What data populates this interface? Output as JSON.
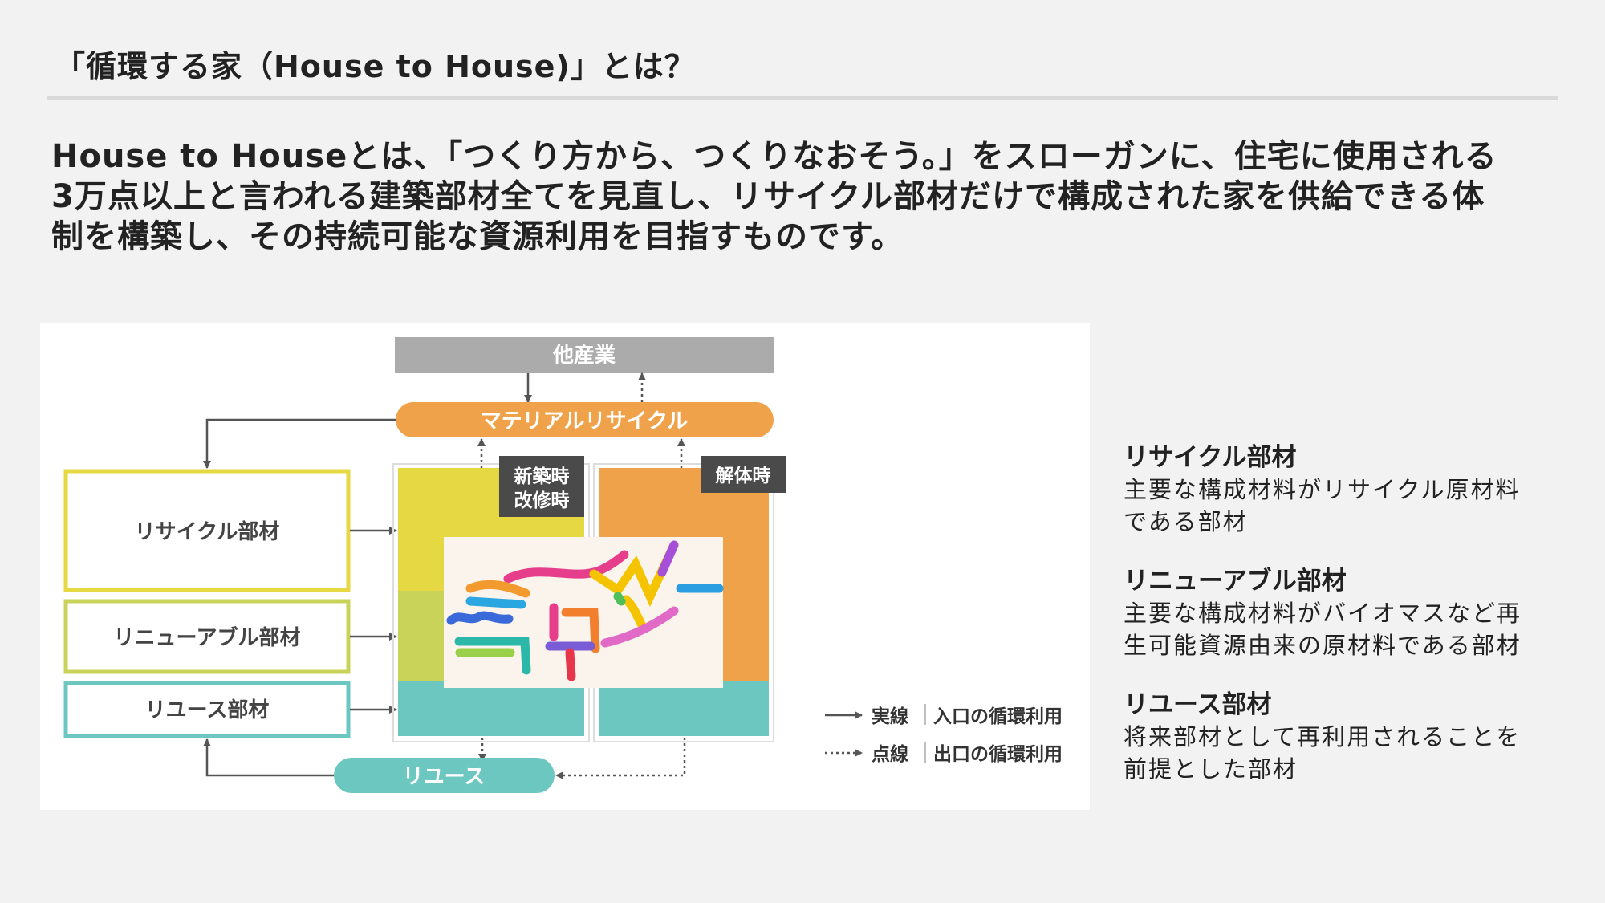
{
  "header": {
    "title": "「循環する家（House to House)」とは？"
  },
  "lead": {
    "lines": [
      "House to Houseとは、「つくり方から、つくりなおそう。」をスローガンに、住宅に使用される",
      "3万点以上と言われる建築部材全てを見直し、リサイクル部材だけで構成された家を供給できる体",
      "制を構築し、その持続可能な資源利用を目指すものです。"
    ]
  },
  "diagram": {
    "other_industries": "他産業",
    "material_recycle": "マテリアルリサイクル",
    "reuse": "リユース",
    "recycle_material": "リサイクル部材",
    "renewable_material": "リニューアブル部材",
    "reuse_material": "リユース部材",
    "new_build_line1": "新築時",
    "new_build_line2": "改修時",
    "demolition": "解体時",
    "legend_solid_kind": "実線",
    "legend_solid_desc": "入口の循環利用",
    "legend_dotted_kind": "点線",
    "legend_dotted_desc": "出口の循環利用",
    "colors": {
      "gray": "#ababab",
      "orange": "#f0a24a",
      "teal": "#6bc7bf",
      "yellow": "#e5d843",
      "lime": "#c9d35a",
      "cream": "#fbf4ec",
      "dark_label": "#4a4a4a"
    }
  },
  "definitions": [
    {
      "term": "リサイクル部材",
      "desc_lines": [
        "主要な構成材料がリサイクル原材料",
        "である部材"
      ]
    },
    {
      "term": "リニューアブル部材",
      "desc_lines": [
        "主要な構成材料がバイオマスなど再",
        "生可能資源由来の原材料である部材"
      ]
    },
    {
      "term": "リユース部材",
      "desc_lines": [
        "将来部材として再利用されることを",
        "前提とした部材"
      ]
    }
  ]
}
